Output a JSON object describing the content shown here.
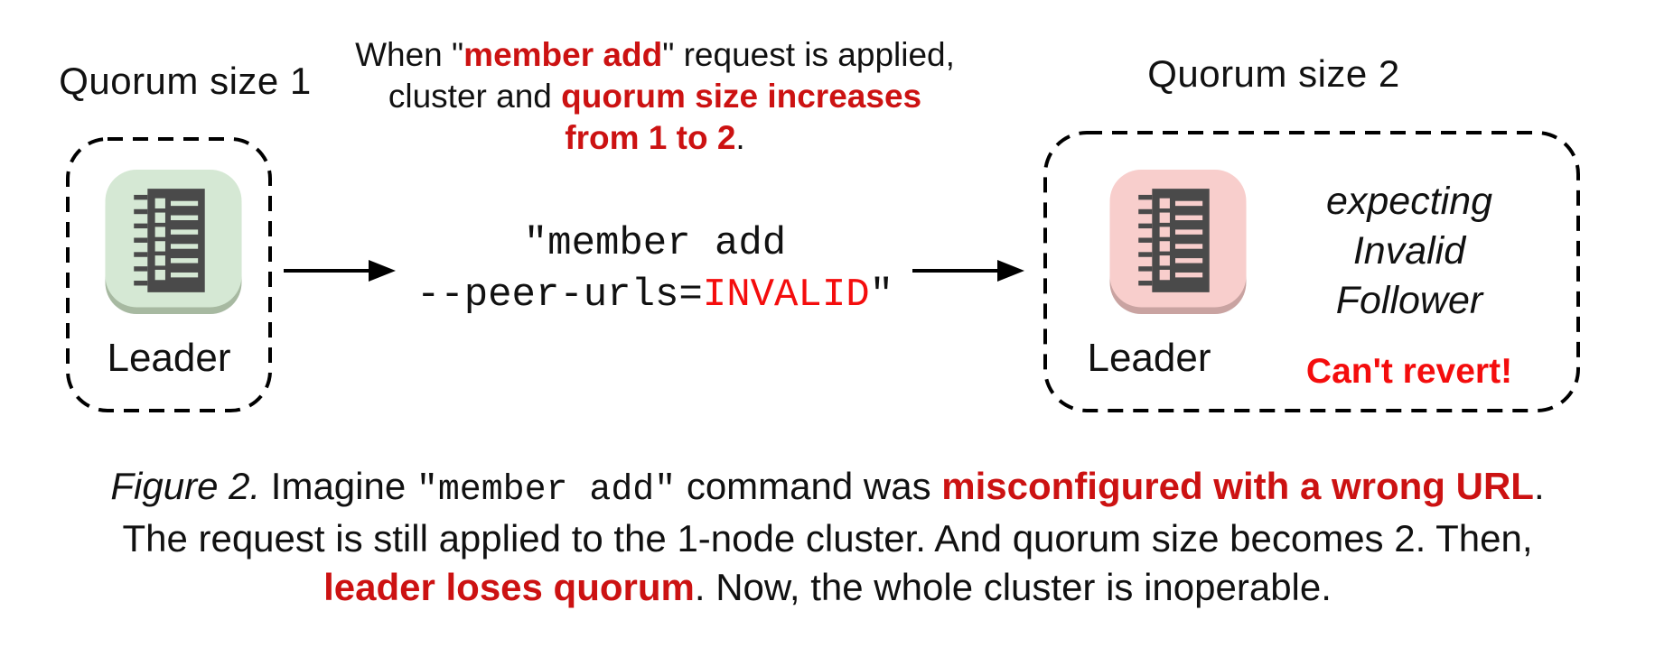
{
  "colors": {
    "red_dark": "#cc1212",
    "red_bright": "#f40d0d",
    "black": "#111111",
    "green_face": "#d5e8d4",
    "green_edge": "#a7b9a1",
    "pink_face": "#f8cecc",
    "pink_edge": "#c9a3a1",
    "glyph": "#4a4a4a"
  },
  "left_cluster": {
    "title": "Quorum size 1",
    "node_label": "Leader"
  },
  "annotation": {
    "line1_prefix": "When \"",
    "line1_red": "member add",
    "line1_suffix": "\" request is applied,",
    "line2_prefix": "cluster and ",
    "line2_red": "quorum size increases",
    "line3_red": "from 1 to 2",
    "line3_suffix": "."
  },
  "command": {
    "line1": "\"member add",
    "line2_prefix": "--peer-urls=",
    "line2_red": "INVALID",
    "line2_suffix": "\""
  },
  "right_cluster": {
    "title": "Quorum size 2",
    "node_label": "Leader",
    "expecting_lines": [
      "expecting",
      "Invalid",
      "Follower"
    ],
    "warning": "Can't revert!"
  },
  "caption": {
    "figure_label": "Figure 2.",
    "l1_a": " Imagine ",
    "l1_code": "\"member add\"",
    "l1_b": " command was ",
    "l1_red": "misconfigured with a wrong URL",
    "l1_c": ".",
    "l2": "The request is still applied to the 1-node cluster. And quorum size becomes 2. Then,",
    "l3_red": "leader loses quorum",
    "l3_a": ". Now, the whole cluster is inoperable."
  }
}
